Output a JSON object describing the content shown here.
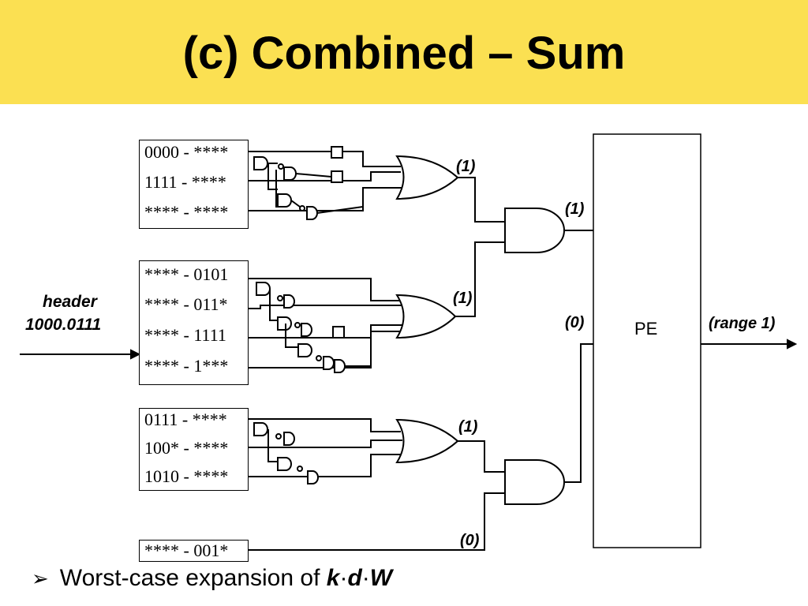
{
  "title": "(c) Combined – Sum",
  "header_label": {
    "line1": "header",
    "line2": "1000.0111"
  },
  "tables": [
    {
      "rows": [
        "0000 - ****",
        "1111 - ****",
        "**** - ****"
      ]
    },
    {
      "rows": [
        "**** - 0101",
        "**** - 011*",
        "**** - 1111",
        "**** - 1***"
      ]
    },
    {
      "rows": [
        "0111 - ****",
        "100* - ****",
        "1010 - ****"
      ]
    },
    {
      "rows": [
        "**** - 001*"
      ]
    }
  ],
  "signal_labels": {
    "or1": "(1)",
    "and1": "(1)",
    "or2": "(1)",
    "pe_in3": "(0)",
    "or3": "(1)",
    "row4": "(0)",
    "output": "(range 1)"
  },
  "pe_label": "PE",
  "bullet": {
    "icon": "arrow-bullet-icon",
    "text": "Worst-case expansion of ",
    "formula_k": "k",
    "formula_d": "d",
    "formula_w": "W",
    "dot": "·"
  }
}
